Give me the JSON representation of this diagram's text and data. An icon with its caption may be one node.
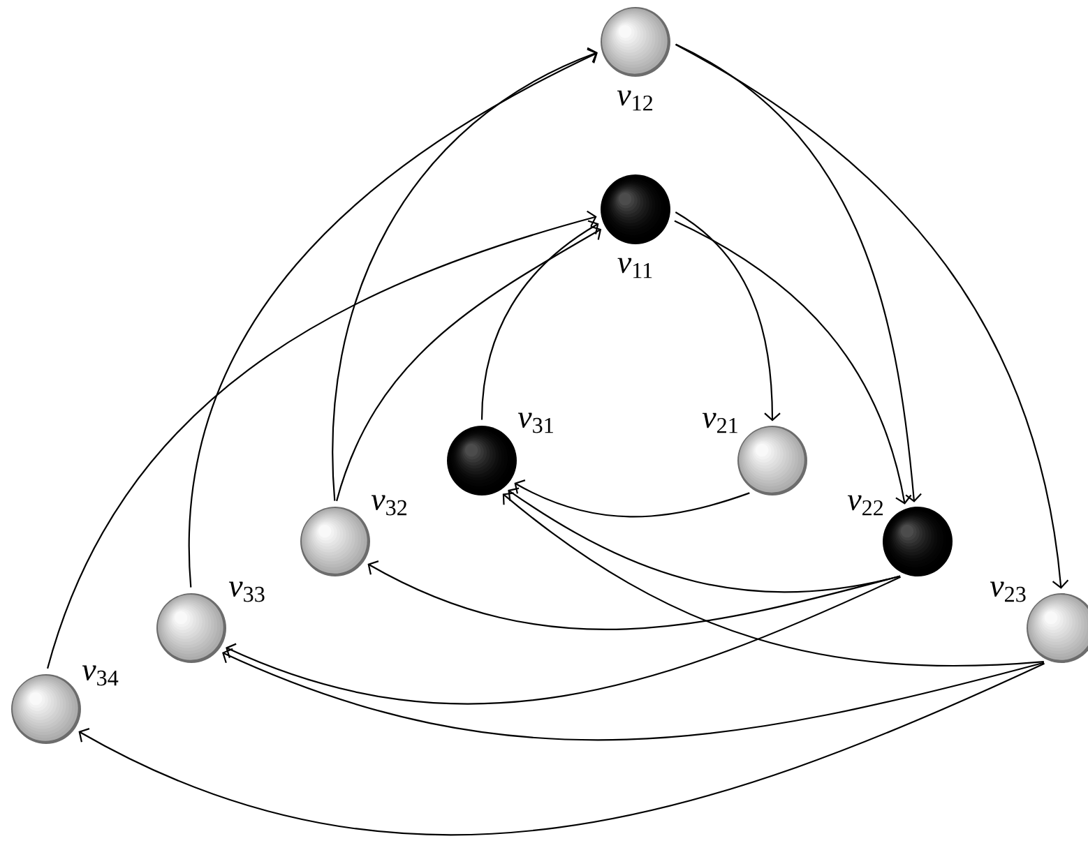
{
  "diagram": {
    "nodes": [
      {
        "text": [],
        "shape": "circle",
        "beside": [
          "*v*$_{12}$"
        ]
      },
      {
        "text": [],
        "shape": "circle",
        "beside": [
          "*v*$_{11}$"
        ]
      },
      {
        "text": [],
        "shape": "circle",
        "beside": [
          "*v*$_{31}$"
        ]
      },
      {
        "text": [],
        "shape": "circle",
        "beside": [
          "*v*$_{21}$"
        ]
      },
      {
        "text": [],
        "shape": "circle",
        "beside": [
          "*v*$_{32}$"
        ]
      },
      {
        "text": [],
        "shape": "circle",
        "beside": [
          "*v*$_{22}$"
        ]
      },
      {
        "text": [],
        "shape": "circle",
        "beside": [
          "*v*$_{33}$"
        ]
      },
      {
        "text": [],
        "shape": "circle",
        "beside": [
          "*v*$_{23}$"
        ]
      },
      {
        "text": [],
        "shape": "circle",
        "beside": [
          "*v*$_{34}$"
        ]
      }
    ],
    "edges": [
      {
        "from": 0,
        "to": 5,
        "arrow": "to"
      },
      {
        "from": 0,
        "to": 7,
        "arrow": "to"
      },
      {
        "from": 1,
        "to": 3,
        "arrow": "to"
      },
      {
        "from": 1,
        "to": 5,
        "arrow": "to"
      },
      {
        "from": 2,
        "to": 1,
        "arrow": "to"
      },
      {
        "from": 3,
        "to": 2,
        "arrow": "to"
      },
      {
        "from": 4,
        "to": 1,
        "arrow": "to"
      },
      {
        "from": 4,
        "to": 0,
        "arrow": "to"
      },
      {
        "from": 6,
        "to": 0,
        "arrow": "to"
      },
      {
        "from": 8,
        "to": 1,
        "arrow": "to"
      },
      {
        "from": 5,
        "to": 2,
        "arrow": "to"
      },
      {
        "from": 5,
        "to": 4,
        "arrow": "to"
      },
      {
        "from": 5,
        "to": 6,
        "arrow": "to"
      },
      {
        "from": 7,
        "to": 2,
        "arrow": "to"
      },
      {
        "from": 7,
        "to": 6,
        "arrow": "to"
      },
      {
        "from": 7,
        "to": 8,
        "arrow": "to"
      }
    ]
  }
}
